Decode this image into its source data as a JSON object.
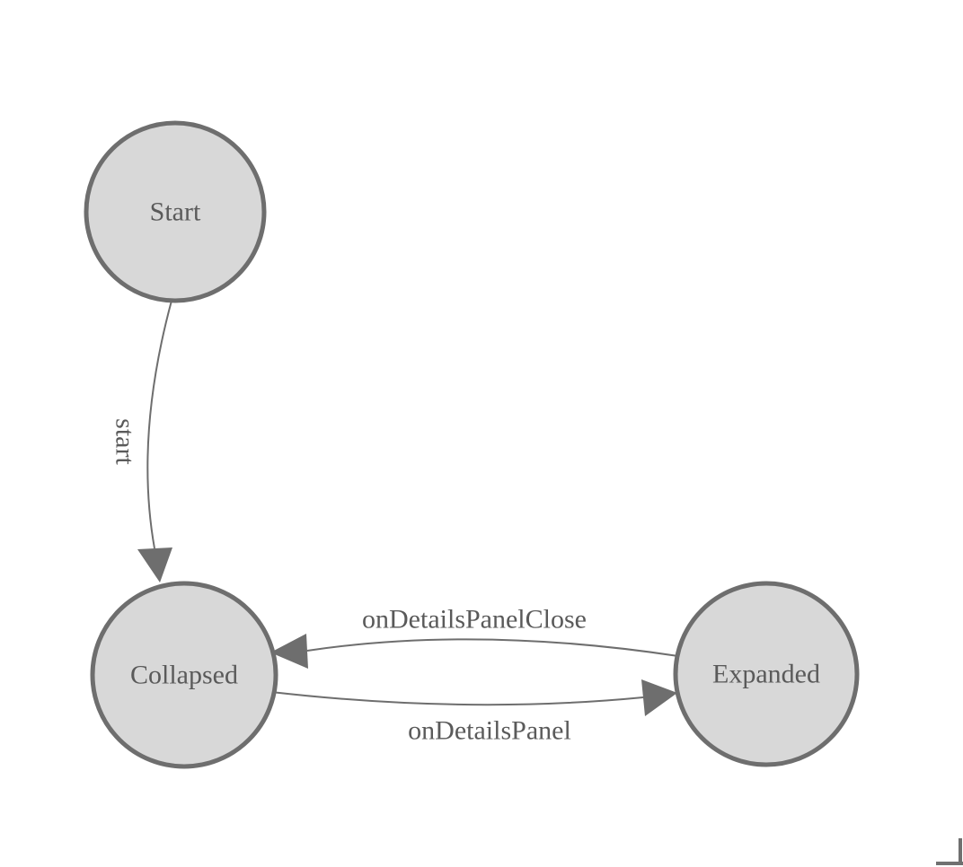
{
  "diagram": {
    "type": "state-machine",
    "background_color": "#ffffff",
    "colors": {
      "node_fill": "#d8d8d8",
      "node_stroke": "#6e6e6e",
      "edge_stroke": "#6e6e6e",
      "arrow_fill": "#6e6e6e",
      "label_text": "#5a5a5a",
      "resize_handle": "#707070"
    },
    "nodes": [
      {
        "id": "start",
        "label": "Start"
      },
      {
        "id": "collapsed",
        "label": "Collapsed"
      },
      {
        "id": "expanded",
        "label": "Expanded"
      }
    ],
    "edges": [
      {
        "id": "start-to-collapsed",
        "from": "Start",
        "to": "Collapsed",
        "label": "start"
      },
      {
        "id": "expanded-to-collapsed",
        "from": "Expanded",
        "to": "Collapsed",
        "label": "onDetailsPanelClose"
      },
      {
        "id": "collapsed-to-expanded",
        "from": "Collapsed",
        "to": "Expanded",
        "label": "onDetailsPanel"
      }
    ],
    "resize_handle": {
      "position": "bottom-right"
    }
  }
}
